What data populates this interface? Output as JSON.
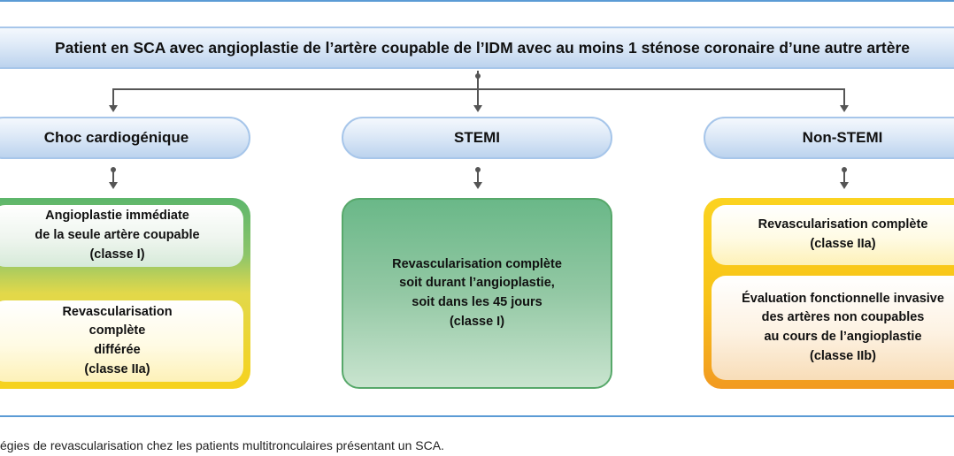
{
  "diagram": {
    "top": "Patient en SCA avec angioplastie de l’artère coupable de l’IDM avec au moins 1 sténose coronaire d’une autre artère",
    "columns": [
      {
        "category": "Choc cardiogénique",
        "boxes": [
          "Angioplastie immédiate\nde la seule artère coupable\n(classe I)",
          "Revascularisation\ncomplète\ndifférée\n(classe IIa)"
        ]
      },
      {
        "category": "STEMI",
        "boxes": [
          "Revascularisation complète\nsoit durant l’angioplastie,\nsoit dans les 45 jours\n(classe I)"
        ]
      },
      {
        "category": "Non-STEMI",
        "boxes": [
          "Revascularisation complète\n(classe IIa)",
          "Évaluation fonctionnelle invasive\ndes artères non coupables\nau cours de l’angioplastie\n(classe IIb)"
        ]
      }
    ],
    "caption": "égies de revascularisation chez les patients multitronculaires présentant un SCA."
  },
  "colors": {
    "rule": "#5b9bd5",
    "connector": "#555555",
    "pill_border": "#a7c6ea",
    "green": "#5db66b",
    "yellow": "#f6d21e",
    "orange": "#f29a21"
  }
}
